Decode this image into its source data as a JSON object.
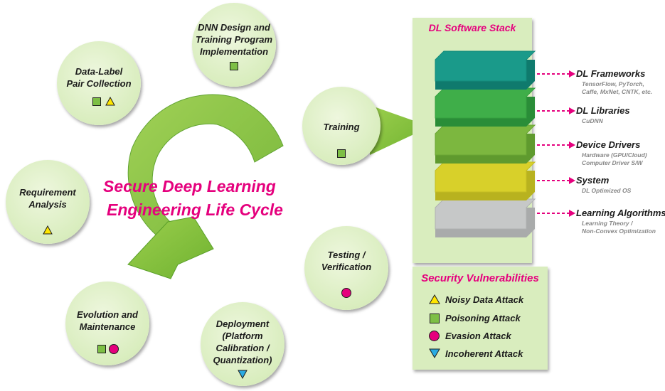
{
  "center_title": {
    "line1": "Secure Deep Learning",
    "line2": "Engineering Life Cycle"
  },
  "stages": [
    {
      "label": "DNN Design and\nTraining Program\nImplementation",
      "symbols": [
        "square"
      ]
    },
    {
      "label": "Data-Label\nPair Collection",
      "symbols": [
        "square",
        "triangle"
      ]
    },
    {
      "label": "Training",
      "symbols": [
        "square"
      ]
    },
    {
      "label": "Requirement\nAnalysis",
      "symbols": [
        "triangle"
      ]
    },
    {
      "label": "Testing /\nVerification",
      "symbols": [
        "circle"
      ]
    },
    {
      "label": "Evolution and\nMaintenance",
      "symbols": [
        "square",
        "circle"
      ]
    },
    {
      "label": "Deployment\n(Platform\nCalibration /\nQuantization)",
      "symbols": [
        "inverted-triangle"
      ]
    }
  ],
  "stack": {
    "title": "DL Software Stack",
    "layers": [
      {
        "name": "DL Frameworks",
        "sub": "TensorFlow, PyTorch,\nCaffe, MxNet, CNTK, etc.",
        "color": "#1a9a8a"
      },
      {
        "name": "DL Libraries",
        "sub": "CuDNN",
        "color": "#3fae49"
      },
      {
        "name": "Device Drivers",
        "sub": "Hardware (GPU/Cloud)\nComputer Driver S/W",
        "color": "#7cb73f"
      },
      {
        "name": "System",
        "sub": "DL Optimized OS",
        "color": "#d8d02a"
      },
      {
        "name": "Learning Algorithms",
        "sub": "Learning Theory /\nNon-Convex Optimization",
        "color": "#c6c8c8"
      }
    ]
  },
  "legend": {
    "title": "Security Vulnerabilities",
    "items": [
      {
        "symbol": "triangle",
        "label": "Noisy Data Attack"
      },
      {
        "symbol": "square",
        "label": "Poisoning Attack"
      },
      {
        "symbol": "circle",
        "label": "Evasion Attack"
      },
      {
        "symbol": "inverted-triangle",
        "label": "Incoherent Attack"
      }
    ]
  },
  "colors": {
    "accent": "#e5007d",
    "cycle_arrow": "#8cc63f",
    "bubble": "#d9edbe",
    "square": "#7dbf45",
    "triangle": "#ffe600",
    "circle": "#e5007d",
    "inverted_triangle": "#29abe2"
  }
}
